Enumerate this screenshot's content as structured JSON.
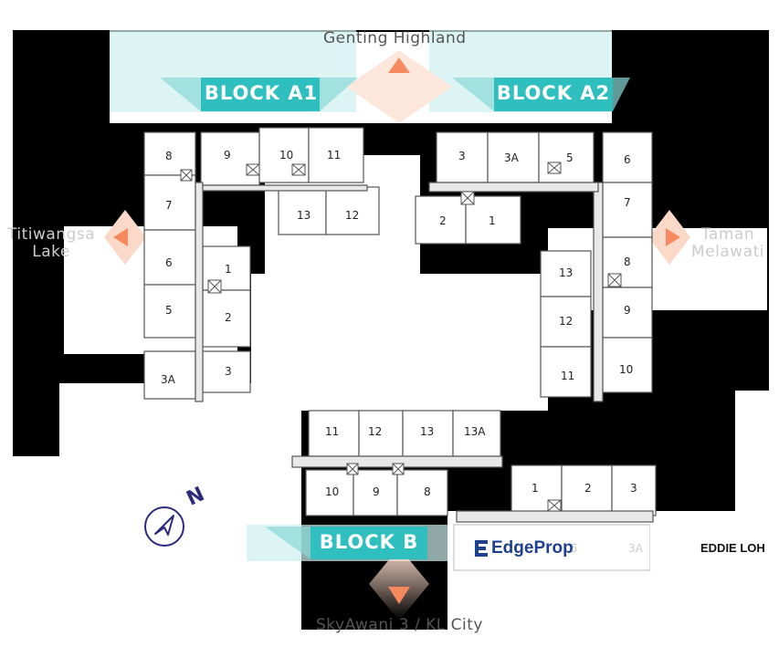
{
  "directions": {
    "north": "Genting Highland",
    "west": "Titiwangsa\nLake",
    "east": "Taman\nMelawati",
    "south": "SkyAwani 3 / KL City"
  },
  "blocks": {
    "a1": {
      "name": "BLOCK A1",
      "units_top": [
        "9",
        "10",
        "11"
      ],
      "units_inner": [
        "13",
        "12"
      ],
      "units_left_col": [
        "8",
        "7",
        "6",
        "5",
        "3A"
      ],
      "units_right_col": [
        "1",
        "2",
        "3"
      ]
    },
    "a2": {
      "name": "BLOCK A2",
      "units_top": [
        "3",
        "3A",
        "5"
      ],
      "units_inner": [
        "2",
        "1"
      ],
      "units_right_col": [
        "6",
        "7",
        "8",
        "9",
        "10"
      ],
      "units_left_col": [
        "13",
        "12",
        "11"
      ]
    },
    "b": {
      "name": "BLOCK B",
      "units_top": [
        "11",
        "12",
        "13",
        "13A"
      ],
      "units_bottom": [
        "10",
        "9",
        "8"
      ],
      "units_east": [
        "1",
        "2",
        "3"
      ],
      "units_east_lower": [
        "5",
        "3A"
      ]
    }
  },
  "compass": {
    "letter": "N"
  },
  "watermark": {
    "brand": "EdgeProp",
    "owner": "EDDIE LOH"
  },
  "colors": {
    "teal": "#2fbfbf",
    "teal_light": "#cdeff0",
    "arrow": "#f58a5e",
    "arrow_fade": "#fbd9c9",
    "unit_fill": "#ffffff",
    "unit_stroke": "#555555",
    "compass_blue": "#2d2a7a"
  }
}
